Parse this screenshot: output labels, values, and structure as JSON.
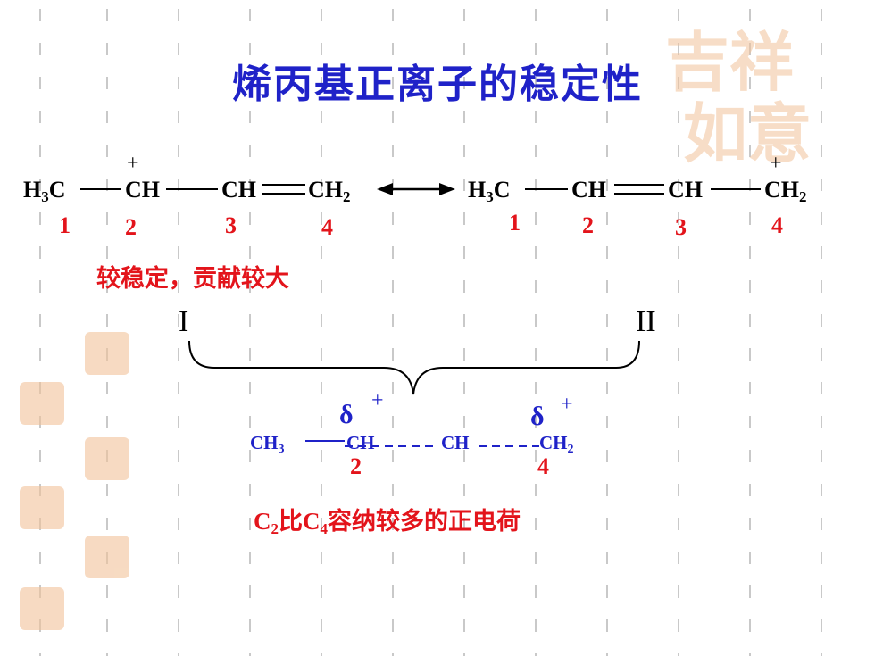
{
  "title": "烯丙基正离子的稳定性",
  "structure_I": {
    "h3c": [
      "H",
      "3",
      "C"
    ],
    "ch_cation": "CH",
    "ch": "CH",
    "ch2": [
      "CH",
      "2"
    ],
    "plus": "+",
    "numbers": [
      "1",
      "2",
      "3",
      "4"
    ]
  },
  "structure_II": {
    "h3c": [
      "H",
      "3",
      "C"
    ],
    "ch_a": "CH",
    "ch_b": "CH",
    "ch2": [
      "CH",
      "2"
    ],
    "plus": "+",
    "numbers": [
      "1",
      "2",
      "3",
      "4"
    ]
  },
  "note_stable": "较稳定，贡献较大",
  "label_I": "I",
  "label_II": "II",
  "hybrid": {
    "ch3": [
      "CH",
      "3"
    ],
    "ch_a": "CH",
    "ch_b": "CH",
    "ch2": [
      "CH",
      "2"
    ],
    "delta": "δ",
    "plus": "+",
    "numbers": [
      "2",
      "4"
    ]
  },
  "conclusion": {
    "c_a": "C",
    "sub_a": "2",
    "mid": "比",
    "c_b": "C",
    "sub_b": "4",
    "rest": "容纳较多的正电荷"
  },
  "colors": {
    "title": "#1f22c8",
    "red": "#e3141b",
    "blue": "#1f22c8",
    "grid": "#c9c9c9",
    "watermark": "#f2c39a"
  }
}
